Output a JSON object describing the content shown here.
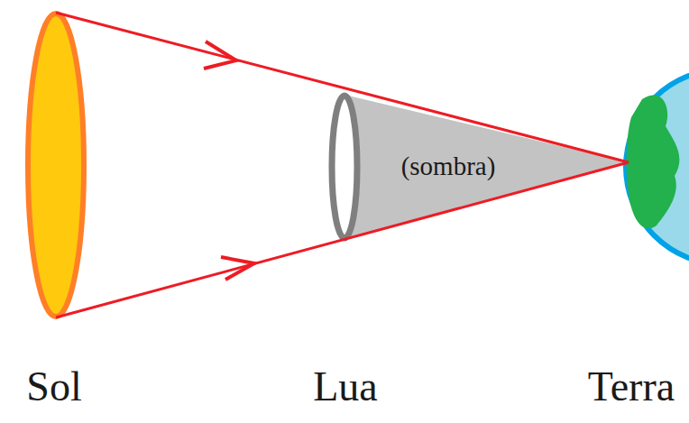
{
  "diagram": {
    "nodes": [
      {
        "text": [
          "(sombra)"
        ]
      }
    ],
    "labels": [
      "Sol",
      "Lua",
      "Terra"
    ]
  }
}
